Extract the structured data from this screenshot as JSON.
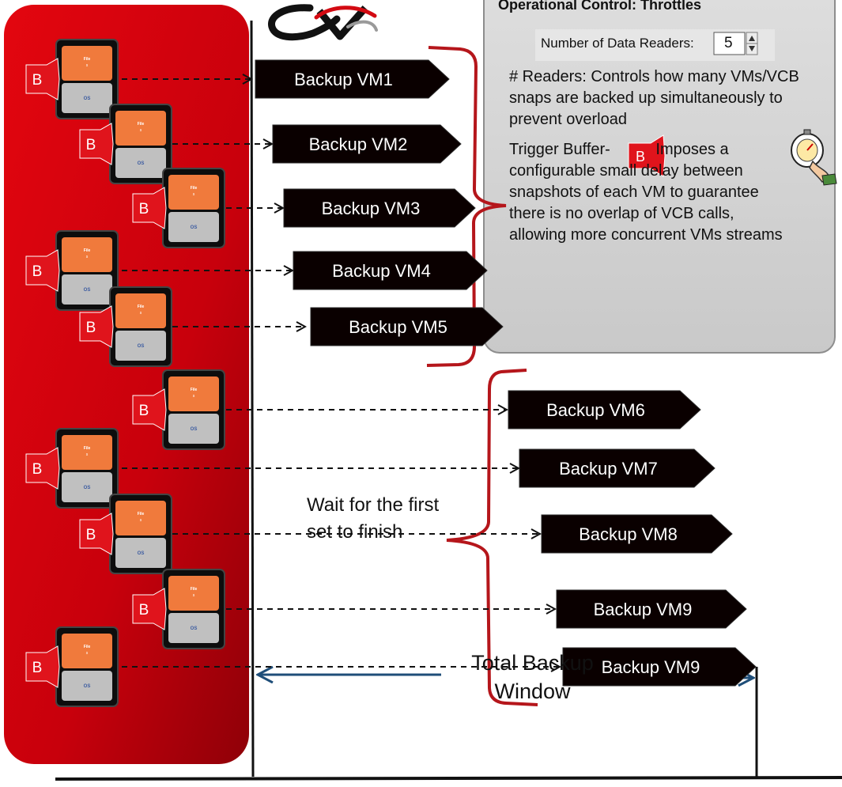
{
  "panel": {
    "title": "Operational Control: Throttles",
    "spinner_label": "Number of Data Readers:",
    "spinner_value": "5",
    "readers_text": "# Readers: Controls how many VMs/VCB snaps are backed up simultaneously to prevent overload",
    "trigger_lead": "Trigger Buffer-",
    "trigger_badge": "B",
    "trigger_text": "Imposes a configurable small delay between snapshots of each VM to guarantee there is no overlap of VCB calls, allowing more concurrent VMs streams"
  },
  "vm_icon": {
    "top_text": "File",
    "sub_text": "s",
    "bottom_text": "OS"
  },
  "badge_label": "B",
  "backups": [
    "Backup VM1",
    "Backup VM2",
    "Backup VM3",
    "Backup VM4",
    "Backup VM5",
    "Backup VM6",
    "Backup VM7",
    "Backup VM8",
    "Backup VM9",
    "Backup VM9"
  ],
  "wait_note": "Wait for the first set to finish",
  "window_label": "Total Backup Window",
  "colors": {
    "red_panel": "#c8000c",
    "arrow_box": "#0a0000",
    "brace": "#b5161b",
    "window_arrow": "#1f4e79",
    "badge": "#e0141c",
    "icon_top": "#f07a3c",
    "icon_bottom": "#c0c0c0",
    "panel_bg": "#d2d2d2"
  }
}
